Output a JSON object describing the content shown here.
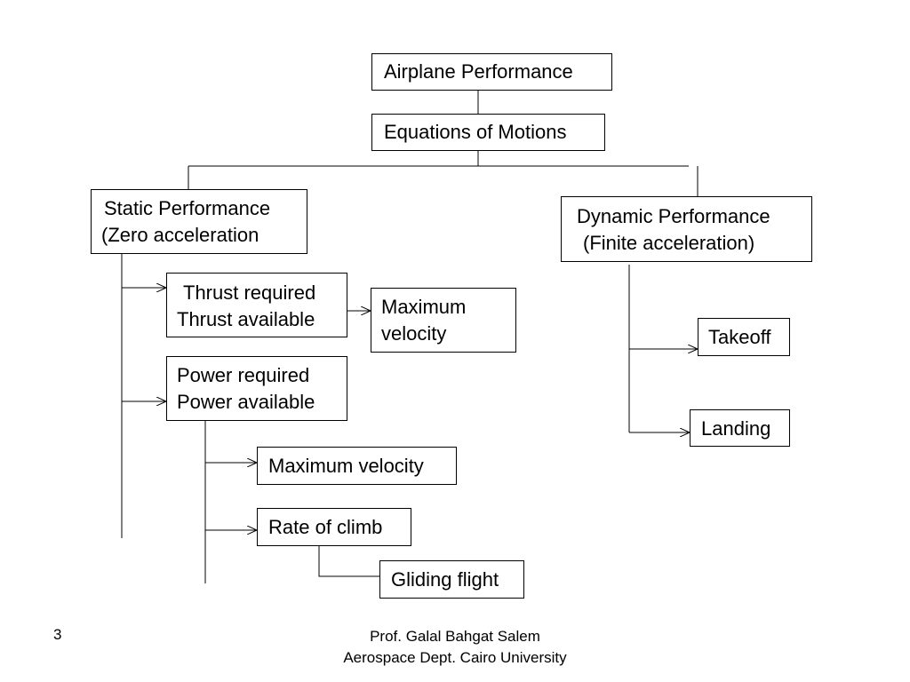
{
  "nodes": {
    "airplane_performance": {
      "line1": "Airplane Performance"
    },
    "equations_of_motions": {
      "line1": "Equations of Motions"
    },
    "static_performance": {
      "line1": "Static Performance",
      "line2": "(Zero acceleration"
    },
    "dynamic_performance": {
      "line1": "Dynamic Performance",
      "line2": "(Finite acceleration)"
    },
    "thrust": {
      "line1": "Thrust required",
      "line2": "Thrust available"
    },
    "max_velocity_thrust": {
      "line1": "Maximum",
      "line2": "velocity"
    },
    "power": {
      "line1": "Power required",
      "line2": "Power available"
    },
    "max_velocity_power": {
      "line1": "Maximum velocity"
    },
    "rate_of_climb": {
      "line1": "Rate of climb"
    },
    "gliding_flight": {
      "line1": "Gliding flight"
    },
    "takeoff": {
      "line1": "Takeoff"
    },
    "landing": {
      "line1": "Landing"
    }
  },
  "footer": {
    "slide_number": "3",
    "author": "Prof. Galal Bahgat Salem",
    "affiliation": "Aerospace Dept. Cairo University"
  }
}
